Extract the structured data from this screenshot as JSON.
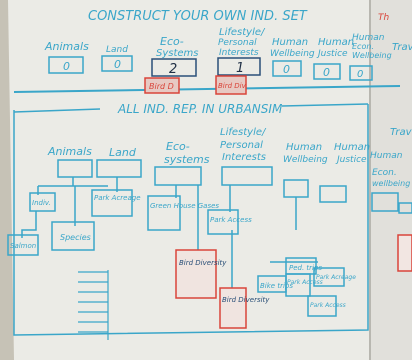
{
  "top_title": "CONSTRUCT YOUR OWN IND. SET",
  "top_categories": [
    {
      "label": "Animals",
      "count": "0"
    },
    {
      "label": "Land",
      "count": "0"
    },
    {
      "label": "Eco-",
      "label2": "Systems",
      "count": "2"
    },
    {
      "label": "Lifestyle/",
      "label2": "Personal",
      "label3": "Interests",
      "count": "1"
    },
    {
      "label": "Human",
      "label2": "Wellbeing",
      "count": "0"
    },
    {
      "label": "Human",
      "label2": "Justice",
      "count": "0"
    },
    {
      "label": "Human",
      "label2": "Econ.",
      "label3": "Wellbeing",
      "count": "0"
    }
  ],
  "top_red_notes": [
    "Bird D",
    "Bird Div."
  ],
  "top_right_red": "Th",
  "top_right_blue": "Trav",
  "bottom_title": "ALL IND. REP. IN URBANSIM",
  "bottom_categories": [
    "Animals",
    "Land",
    "Eco-",
    "systems",
    "Lifestyle/",
    "Personal",
    "Interests",
    "Human",
    "Wellbeing",
    "Human",
    "Justice",
    "Human",
    "Econ.",
    "wellbeing",
    "Trav"
  ],
  "indicators": {
    "indiv": "Indiv.",
    "species": "Species",
    "salmon": "Salmon",
    "park_acreage": "Park Acreage",
    "greenhouse": "Green House Gases",
    "park_access": "Park Access",
    "bird_div1": "Bird Diversity",
    "bird_div2": "Bird Diversity",
    "ped_trips": "Ped. trips",
    "bike_trips": "Bike trips",
    "park_access2": "Park Access",
    "park_acreage2": "Park Acreage",
    "park_access3": "Park Access"
  }
}
